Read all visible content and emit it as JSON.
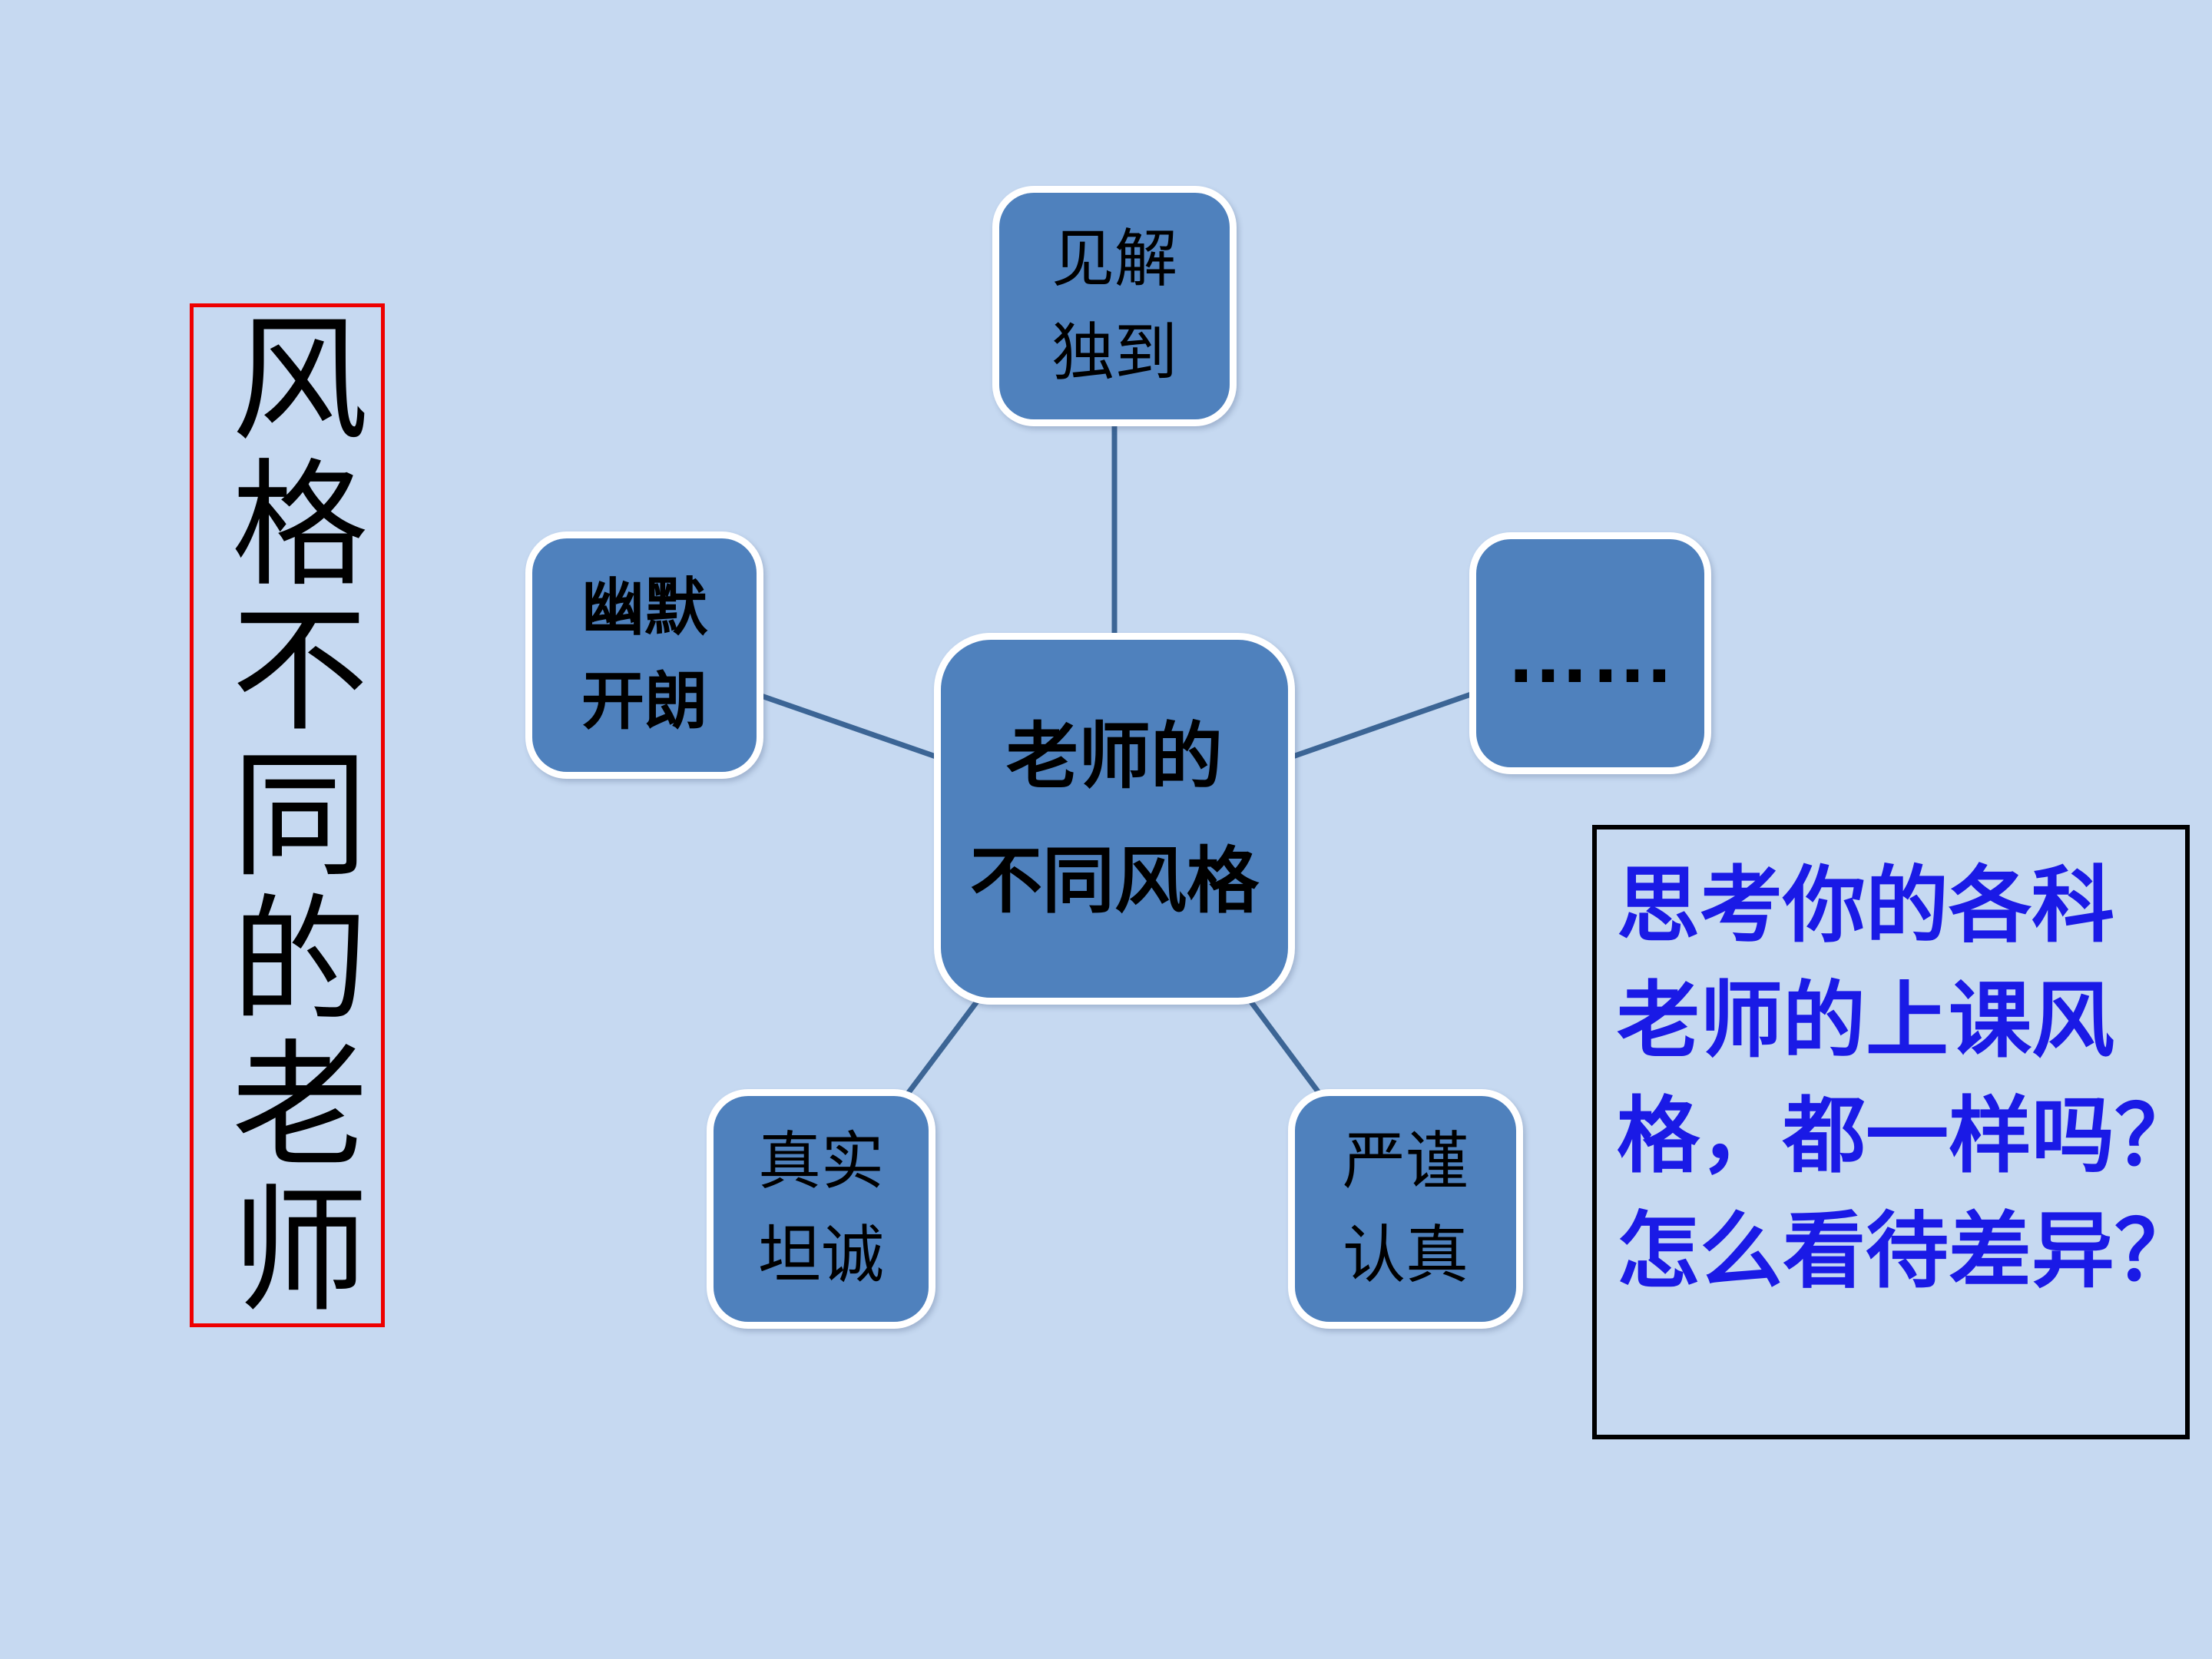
{
  "colors": {
    "background": "#C6D9F1",
    "node_fill": "#4F81BD",
    "node_border": "#FFFFFF",
    "node_text": "#000000",
    "connector": "#3C6595",
    "title_border": "#EE0000",
    "title_text": "#000000",
    "question_border": "#000000",
    "question_text": "#1A1AE6"
  },
  "title_box": {
    "text": "风格不同的老师"
  },
  "diagram": {
    "center": {
      "lines": [
        "老师的",
        "不同风格"
      ]
    },
    "nodes": {
      "top": {
        "lines": [
          "见解",
          "独到"
        ]
      },
      "left": {
        "lines": [
          "幽默",
          "开朗"
        ]
      },
      "right": {
        "lines": [
          "……"
        ]
      },
      "bottom_left": {
        "lines": [
          "真实",
          "坦诚"
        ]
      },
      "bottom_right": {
        "lines": [
          "严谨",
          "认真"
        ]
      }
    }
  },
  "question_box": {
    "lines": [
      "思考你的各科",
      "老师的上课风",
      "格，都一样吗？",
      "怎么看待差异？"
    ]
  }
}
